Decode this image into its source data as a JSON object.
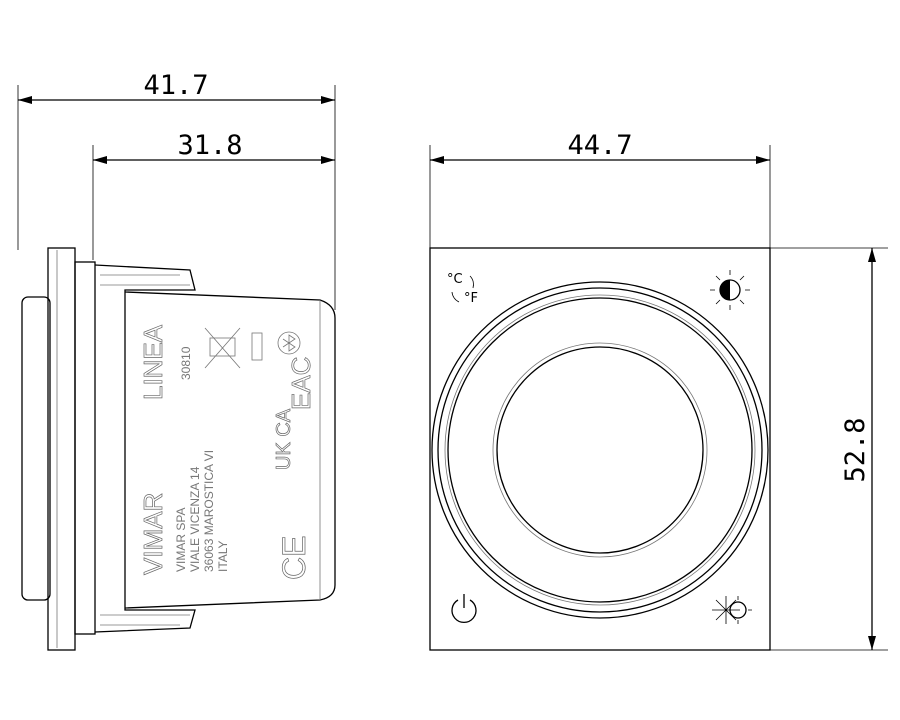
{
  "dimensions": {
    "side_total_depth": "41.7",
    "side_body_depth": "31.8",
    "front_width": "44.7",
    "front_height": "52.8"
  },
  "label": {
    "brand": "VIMAR",
    "series": "LINEA",
    "code": "30810",
    "address": [
      "VIMAR SPA",
      "VIALE VICENZA 14",
      "36063 MAROSTICA VI",
      "ITALY"
    ],
    "marks": [
      "CE",
      "UK CA",
      "EAC"
    ]
  },
  "front_icons": {
    "unit_toggle": {
      "c": "°C",
      "f": "°F"
    },
    "names": [
      "temperature-unit-icon",
      "brightness-icon",
      "power-icon",
      "heat-cool-icon"
    ]
  }
}
